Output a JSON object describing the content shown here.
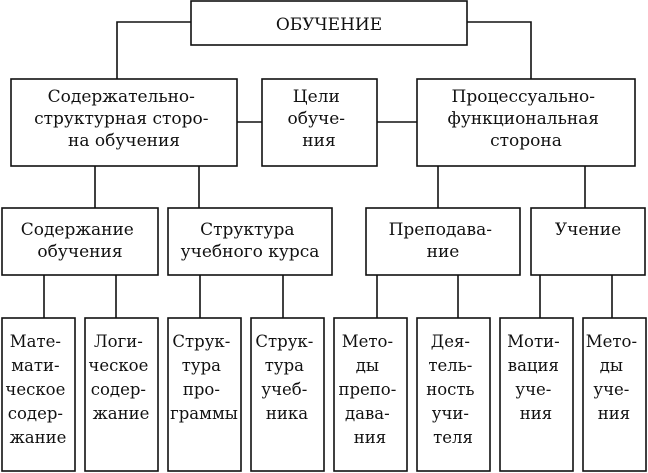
{
  "diagram": {
    "root": {
      "lines": [
        "ОБУЧЕНИЕ"
      ]
    },
    "level1": {
      "content_side": {
        "lines": [
          "Содержательно-",
          "структурная сторо-",
          "на обучения"
        ]
      },
      "goals": {
        "lines": [
          "Цели",
          "обуче-",
          "ния"
        ]
      },
      "process_side": {
        "lines": [
          "Процессуально-",
          "функциональная",
          "сторона"
        ]
      }
    },
    "level2": {
      "content": {
        "lines": [
          "Содержание",
          "обучения"
        ]
      },
      "structure": {
        "lines": [
          "Структура",
          "учебного курса"
        ]
      },
      "teaching": {
        "lines": [
          "Преподава-",
          "ние"
        ]
      },
      "learning": {
        "lines": [
          "Учение"
        ]
      }
    },
    "level3": {
      "math_content": {
        "lines": [
          "Мате-",
          "мати-",
          "ческое",
          "содер-",
          "жание"
        ]
      },
      "logical_content": {
        "lines": [
          "Логи-",
          "ческое",
          "содер-",
          "жание"
        ]
      },
      "program_structure": {
        "lines": [
          "Струк-",
          "тура",
          "про-",
          "граммы"
        ]
      },
      "textbook_structure": {
        "lines": [
          "Струк-",
          "тура",
          "учеб-",
          "ника"
        ]
      },
      "teaching_methods": {
        "lines": [
          "Мето-",
          "ды",
          "препо-",
          "дава-",
          "ния"
        ]
      },
      "teacher_activity": {
        "lines": [
          "Дея-",
          "тель-",
          "ность",
          "учи-",
          "теля"
        ]
      },
      "learning_motivation": {
        "lines": [
          "Моти-",
          "вация",
          "уче-",
          "ния"
        ]
      },
      "learning_methods": {
        "lines": [
          "Мето-",
          "ды",
          "уче-",
          "ния"
        ]
      }
    }
  }
}
